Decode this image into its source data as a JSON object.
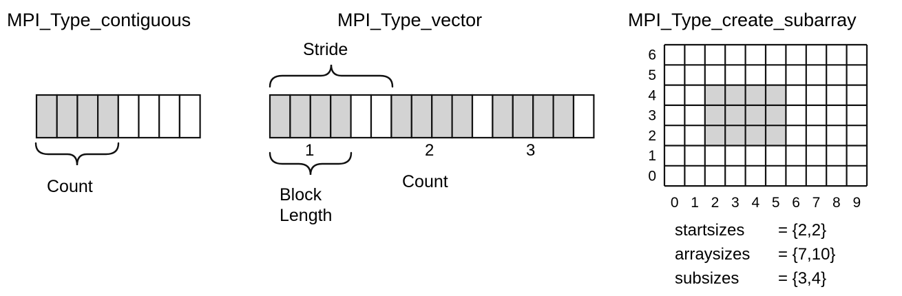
{
  "colors": {
    "shaded": "#d3d3d3",
    "empty": "#ffffff",
    "line": "#111111"
  },
  "contiguous": {
    "title": "MPI_Type_contiguous",
    "cells": [
      1,
      1,
      1,
      1,
      0,
      0,
      0,
      0
    ],
    "count_label": "Count"
  },
  "vector": {
    "title": "MPI_Type_vector",
    "cells": [
      1,
      1,
      1,
      1,
      0,
      0,
      1,
      1,
      1,
      1,
      0,
      1,
      1,
      1,
      1,
      0
    ],
    "stride_label": "Stride",
    "block_numbers": [
      "1",
      "2",
      "3"
    ],
    "count_label": "Count",
    "block_length_label": [
      "Block",
      "Length"
    ]
  },
  "subarray": {
    "title": "MPI_Type_create_subarray",
    "rows": 7,
    "cols": 10,
    "shaded_rows": [
      2,
      4
    ],
    "shaded_cols": [
      2,
      5
    ],
    "y_ticks": [
      "6",
      "5",
      "4",
      "3",
      "2",
      "1",
      "0"
    ],
    "x_ticks": [
      "0",
      "1",
      "2",
      "3",
      "4",
      "5",
      "6",
      "7",
      "8",
      "9"
    ],
    "params": [
      {
        "name": "startsizes",
        "eq": "= {2,2}"
      },
      {
        "name": "arraysizes",
        "eq": "= {7,10}"
      },
      {
        "name": "subsizes",
        "eq": "= {3,4}"
      }
    ]
  }
}
